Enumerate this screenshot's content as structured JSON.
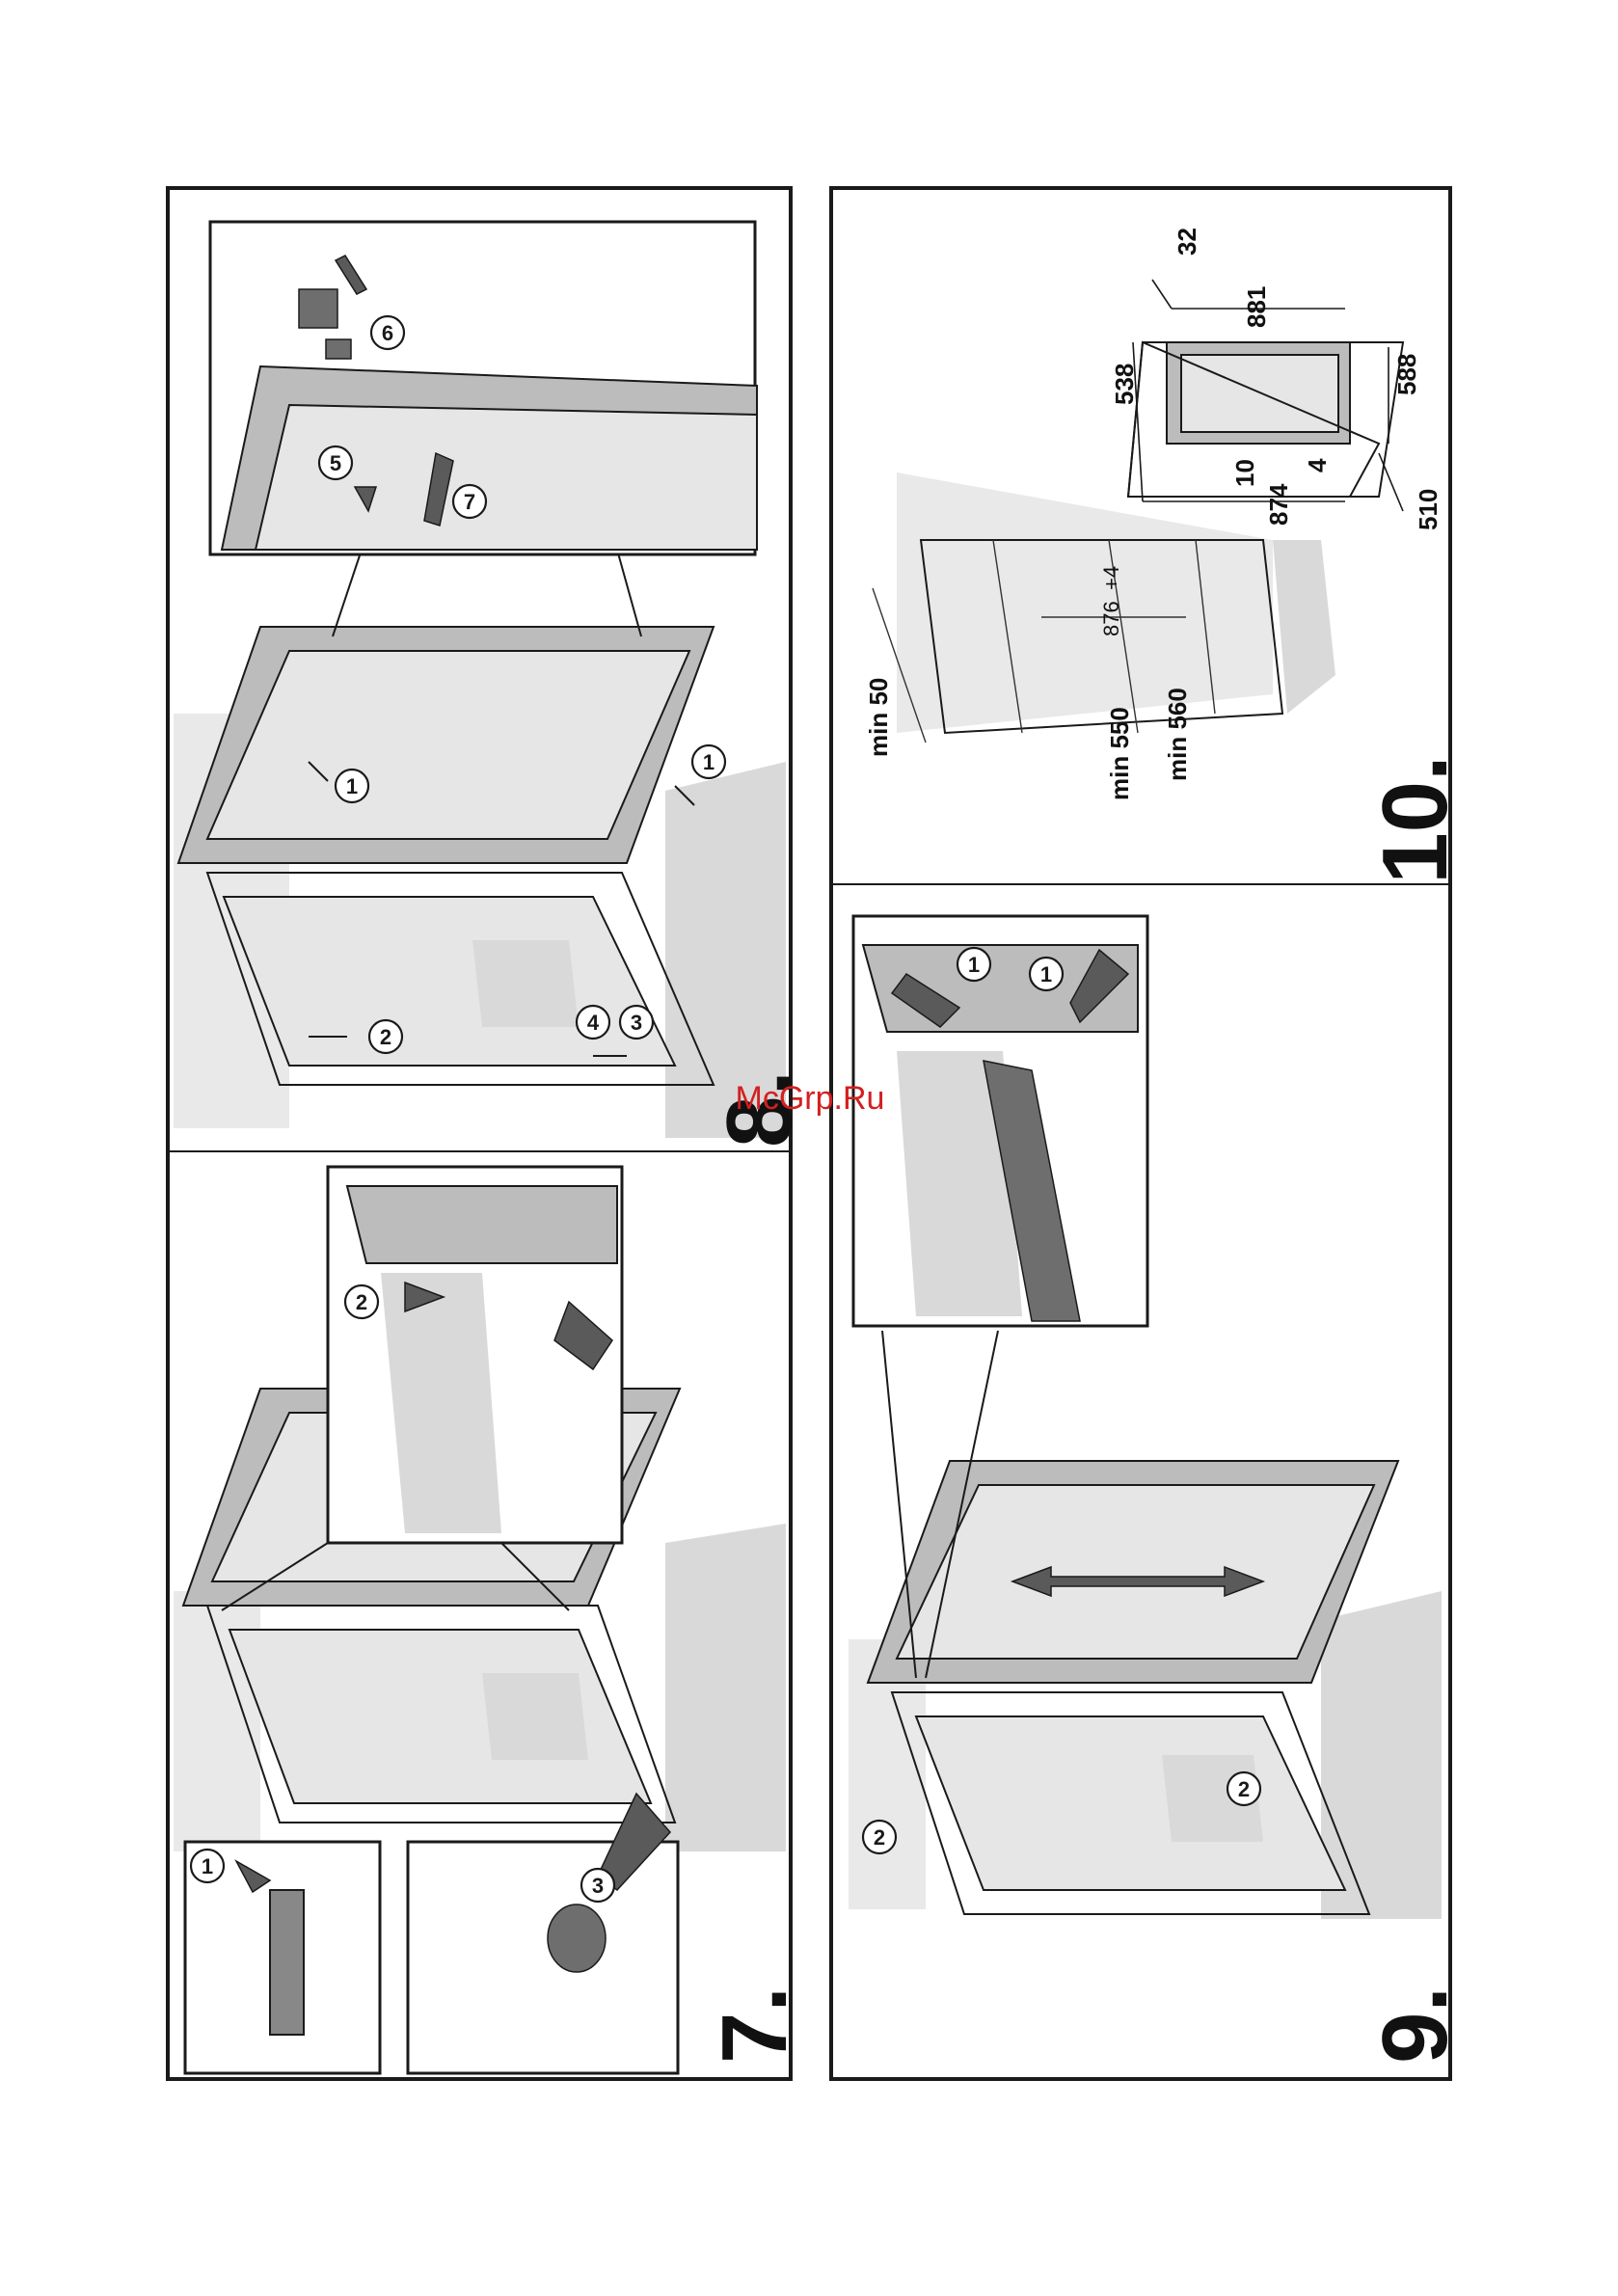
{
  "watermark": "McGrp.Ru",
  "steps": {
    "s7": {
      "label": "7.",
      "callouts": [
        "1",
        "2",
        "3"
      ]
    },
    "s8": {
      "label": "8.",
      "callouts": [
        "1",
        "1",
        "2",
        "3",
        "4",
        "5",
        "6",
        "7"
      ]
    },
    "s9": {
      "label": "9.",
      "callouts": [
        "1",
        "1",
        "2",
        "2"
      ]
    },
    "s10": {
      "label": "10.",
      "dimensions": {
        "min50": "min 50",
        "min550": "min 550",
        "min560": "min 560",
        "niche_height": "876",
        "niche_tol": "+4",
        "d32": "32",
        "d881": "881",
        "d538": "538",
        "d588": "588",
        "d10": "10",
        "d4": "4",
        "d874": "874",
        "d510": "510"
      }
    }
  }
}
